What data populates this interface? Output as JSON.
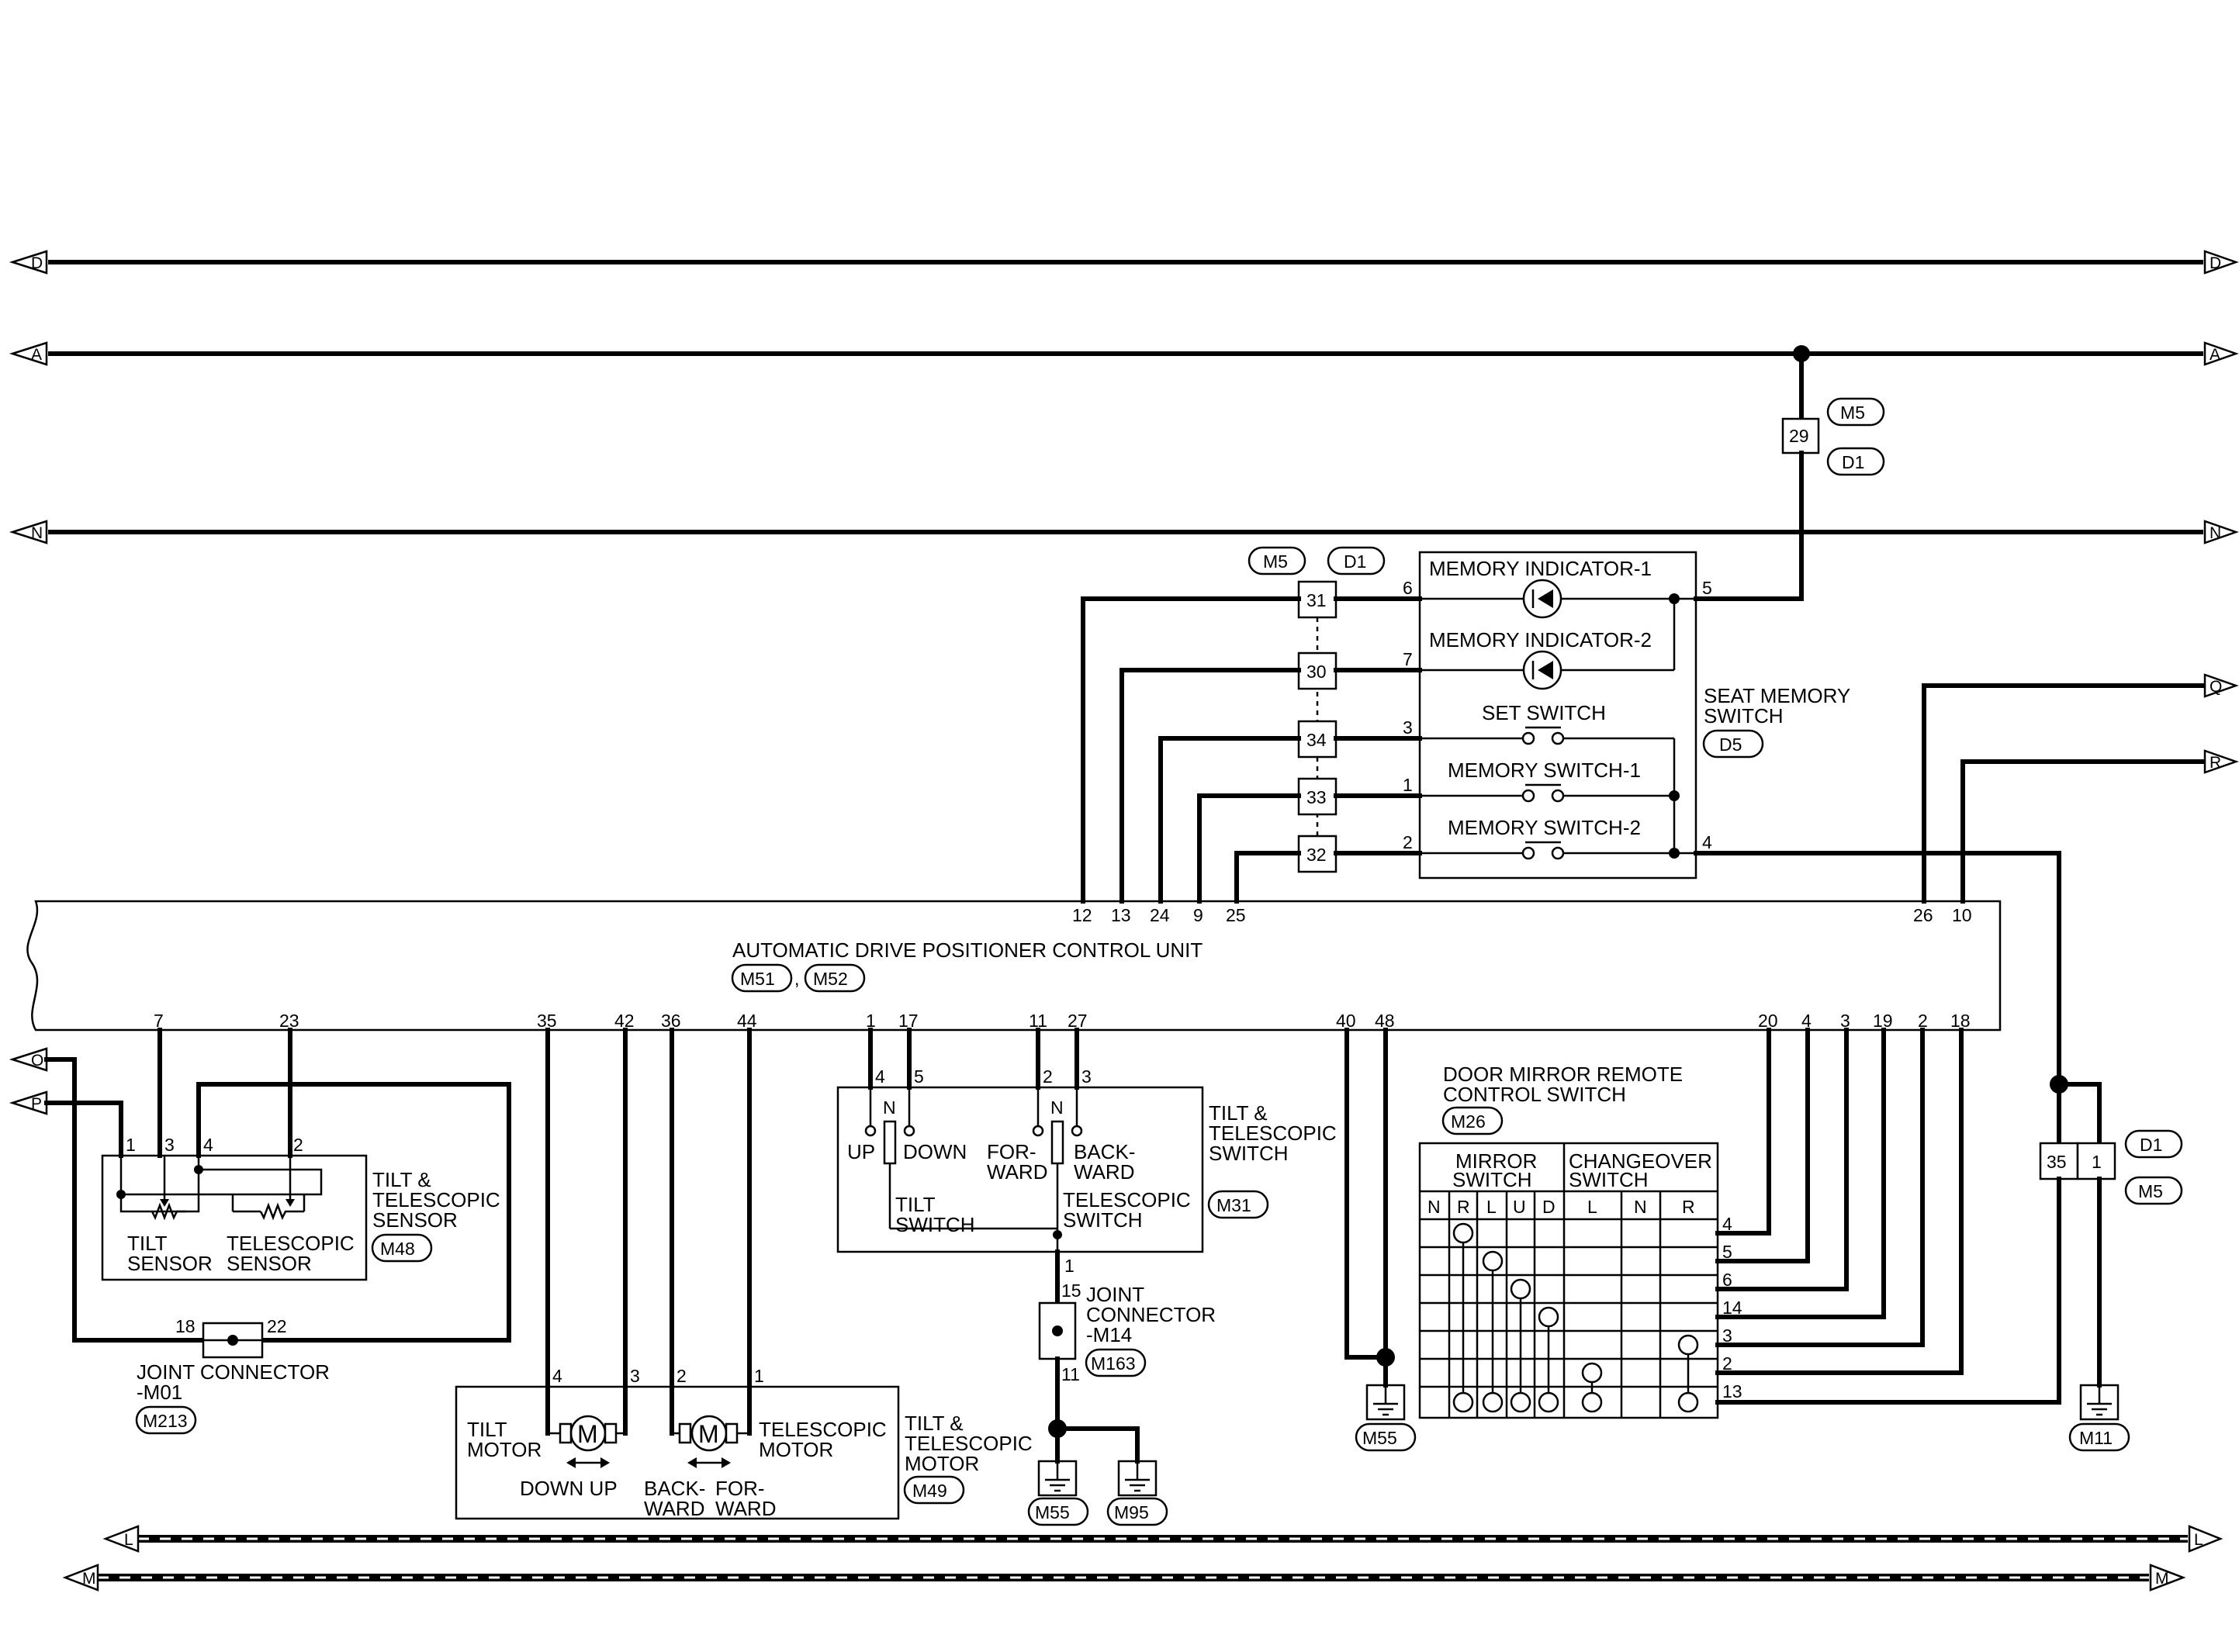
{
  "buses": {
    "D": "D",
    "A": "A",
    "N": "N",
    "Q": "Q",
    "R": "R",
    "O": "O",
    "P": "P",
    "L": "L",
    "M": "M"
  },
  "unit": {
    "name": "AUTOMATIC DRIVE POSITIONER CONTROL UNIT",
    "conn1": "M51",
    "sep": ",",
    "conn2": "M52",
    "top_pins": [
      "12",
      "13",
      "24",
      "9",
      "25",
      "26",
      "10"
    ],
    "bottom_pins": [
      "7",
      "23",
      "35",
      "42",
      "36",
      "44",
      "1",
      "17",
      "11",
      "27",
      "40",
      "48",
      "20",
      "4",
      "3",
      "19",
      "2",
      "18"
    ]
  },
  "connectors": {
    "m5": "M5",
    "d1": "D1",
    "pin29": "29",
    "pins_left": [
      "31",
      "30",
      "34",
      "33",
      "32"
    ],
    "pin35": "35",
    "pin1": "1"
  },
  "seat_memory_switch": {
    "title1": "SEAT MEMORY",
    "title2": "SWITCH",
    "conn": "D5",
    "mem_ind_1": "MEMORY INDICATOR-1",
    "mem_ind_2": "MEMORY INDICATOR-2",
    "set_switch": "SET SWITCH",
    "mem_sw_1": "MEMORY SWITCH-1",
    "mem_sw_2": "MEMORY SWITCH-2",
    "pins_left": [
      "6",
      "7",
      "3",
      "1",
      "2"
    ],
    "pins_right": [
      "5",
      "4"
    ]
  },
  "tilt_tele_sensor": {
    "title1": "TILT &",
    "title2": "TELESCOPIC",
    "title3": "SENSOR",
    "conn": "M48",
    "tilt1": "TILT",
    "tilt2": "SENSOR",
    "tele1": "TELESCOPIC",
    "tele2": "SENSOR",
    "pins": [
      "1",
      "3",
      "4",
      "2"
    ]
  },
  "joint_m01": {
    "title1": "JOINT CONNECTOR",
    "title2": "-M01",
    "conn": "M213",
    "pins": [
      "18",
      "22"
    ]
  },
  "tilt_tele_motor": {
    "title1": "TILT &",
    "title2": "TELESCOPIC",
    "title3": "MOTOR",
    "conn": "M49",
    "tilt1": "TILT",
    "tilt2": "MOTOR",
    "tele1": "TELESCOPIC",
    "tele2": "MOTOR",
    "down_up": "DOWN  UP",
    "back1": "BACK-",
    "back2": "WARD",
    "for1": "FOR-",
    "for2": "WARD",
    "motor_symbol": "M",
    "pins": [
      "4",
      "3",
      "2",
      "1"
    ]
  },
  "tilt_tele_switch": {
    "title1": "TILT &",
    "title2": "TELESCOPIC",
    "title3": "SWITCH",
    "conn": "M31",
    "up": "UP",
    "down": "DOWN",
    "n": "N",
    "for1": "FOR-",
    "for2": "WARD",
    "back1": "BACK-",
    "back2": "WARD",
    "tilt_sw1": "TILT",
    "tilt_sw2": "SWITCH",
    "tele_sw1": "TELESCOPIC",
    "tele_sw2": "SWITCH",
    "pins": [
      "4",
      "5",
      "2",
      "3"
    ],
    "pin_out": "1"
  },
  "joint_m14": {
    "title1": "JOINT",
    "title2": "CONNECTOR",
    "title3": "-M14",
    "conn": "M163",
    "pins": [
      "15",
      "11"
    ]
  },
  "grounds": {
    "g1": "M55",
    "g2": "M95",
    "g3": "M55",
    "g4": "M11"
  },
  "door_mirror": {
    "title1": "DOOR MIRROR REMOTE",
    "title2": "CONTROL SWITCH",
    "conn": "M26",
    "mirror1": "MIRROR",
    "mirror2": "SWITCH",
    "change1": "CHANGEOVER",
    "change2": "SWITCH",
    "cols": [
      "N",
      "R",
      "L",
      "U",
      "D",
      "L",
      "N",
      "R"
    ],
    "pins": [
      "4",
      "5",
      "6",
      "14",
      "3",
      "2",
      "13"
    ]
  }
}
